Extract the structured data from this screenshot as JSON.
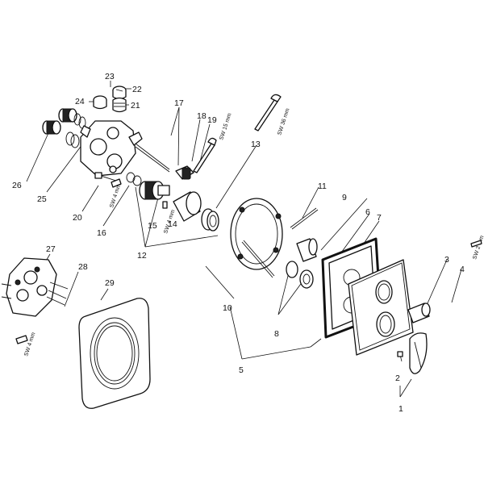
{
  "figure": {
    "part_numbers": [
      "1",
      "2",
      "3",
      "4",
      "5",
      "6",
      "7",
      "8",
      "9",
      "10",
      "11",
      "12",
      "13",
      "14",
      "15",
      "16",
      "17",
      "18",
      "19",
      "20",
      "21",
      "22",
      "23",
      "24",
      "25",
      "26",
      "27",
      "28",
      "29"
    ],
    "tool_labels": {
      "sw4_a": "SW 4 mm",
      "sw4_b": "SW 4 mm",
      "sw4_c": "SW 4 mm",
      "sw15": "SW 15 mm",
      "sw36": "SW 36 mm",
      "sw2": "SW 2 mm"
    }
  }
}
